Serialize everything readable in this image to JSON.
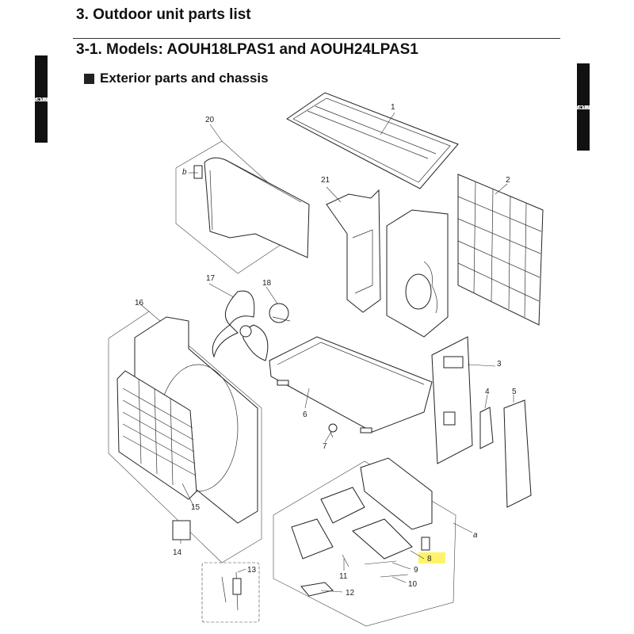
{
  "header": {
    "section_title": "3. Outdoor unit parts list",
    "models_title": "3-1. Models: AOUH18LPAS1 and AOUH24LPAS1",
    "subsection_title": "Exterior parts and chassis"
  },
  "side_tabs": {
    "left_line1": "TECHNICAL DATA",
    "left_line2": "AND PARTS LIST",
    "right_line1": "TECHNICAL DATA",
    "right_line2": "AND PARTS LIST"
  },
  "callouts": {
    "n1": "1",
    "n2": "2",
    "n3": "3",
    "n4": "4",
    "n5": "5",
    "n6": "6",
    "n7": "7",
    "n8": "8",
    "n9": "9",
    "n10": "10",
    "n11": "11",
    "n12": "12",
    "n13": "13",
    "n14": "14",
    "n15": "15",
    "n16": "16",
    "n17": "17",
    "n18": "18",
    "n20": "20",
    "n21": "21",
    "a": "a",
    "b": "b"
  },
  "highlight_color": "#fff36b",
  "icons": {
    "bullet": "black-square-icon"
  }
}
